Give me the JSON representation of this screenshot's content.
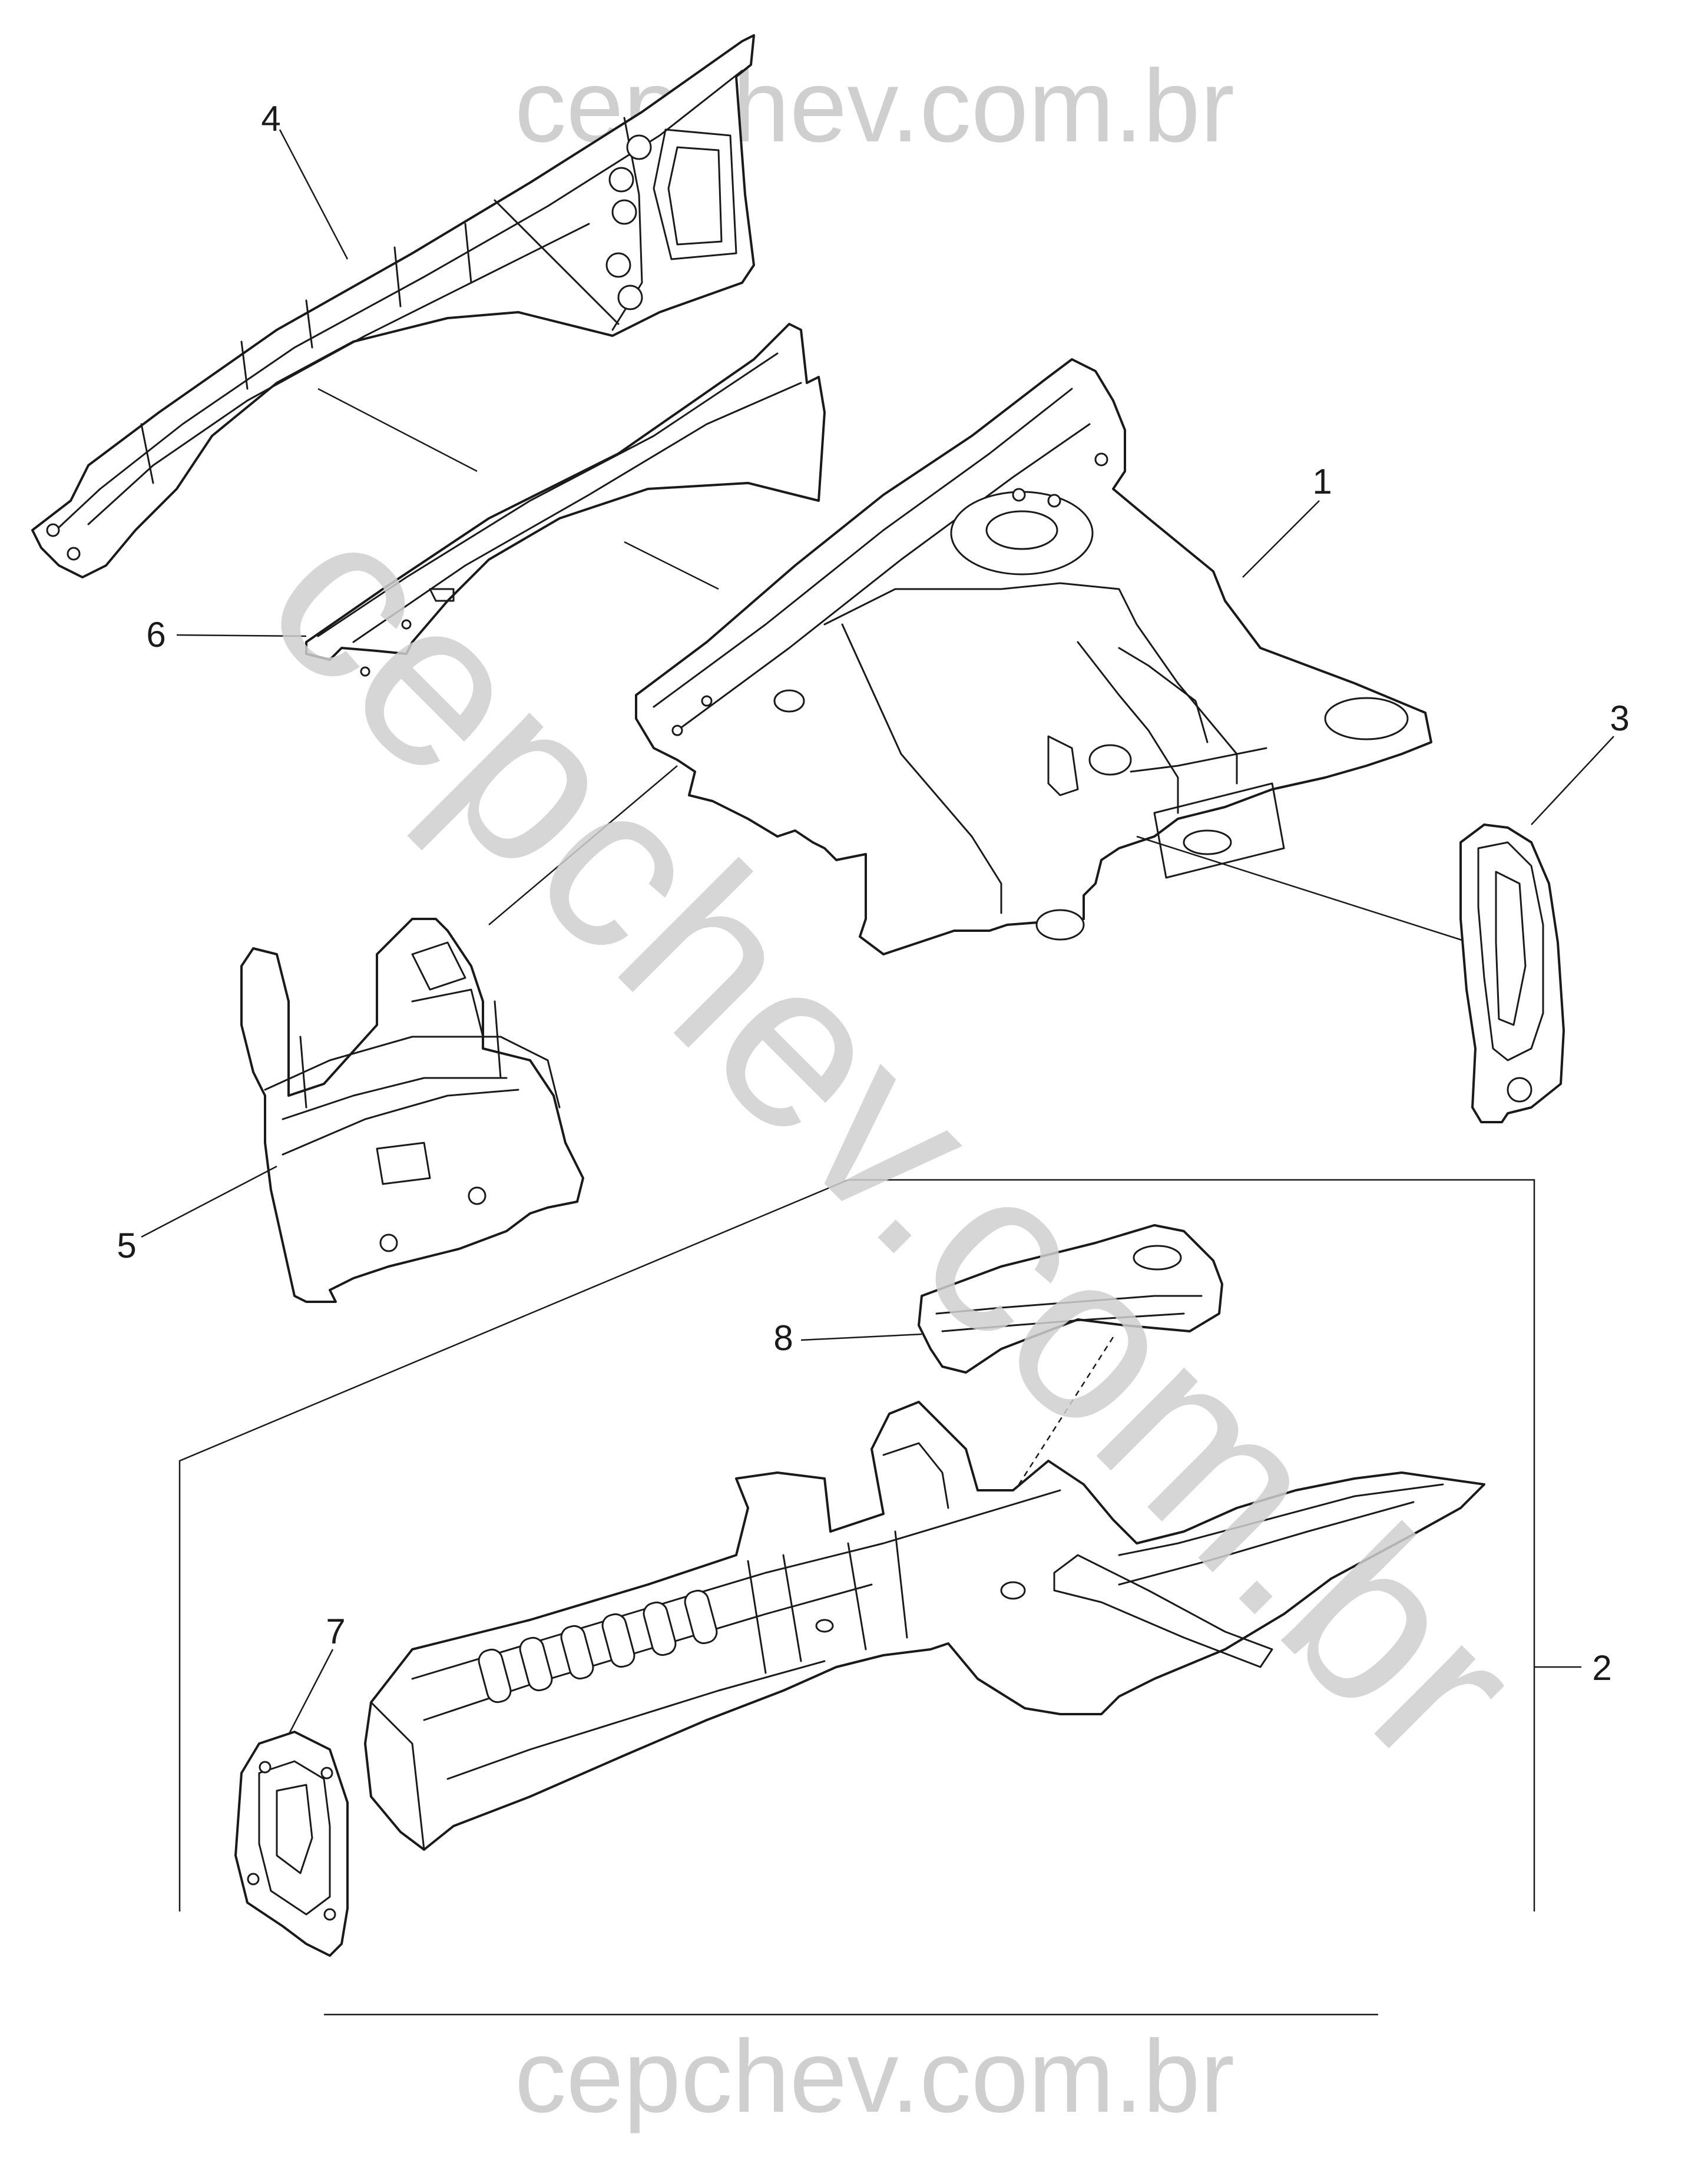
{
  "watermark": {
    "top": "cepchev.com.br",
    "bottom": "cepchev.com.br",
    "diagonal": "cepchev.com.br"
  },
  "callouts": [
    "1",
    "2",
    "3",
    "4",
    "5",
    "6",
    "7",
    "8"
  ],
  "colors": {
    "line": "#1a1a1a",
    "watermark": "#cfcfcf",
    "background": "#ffffff"
  }
}
